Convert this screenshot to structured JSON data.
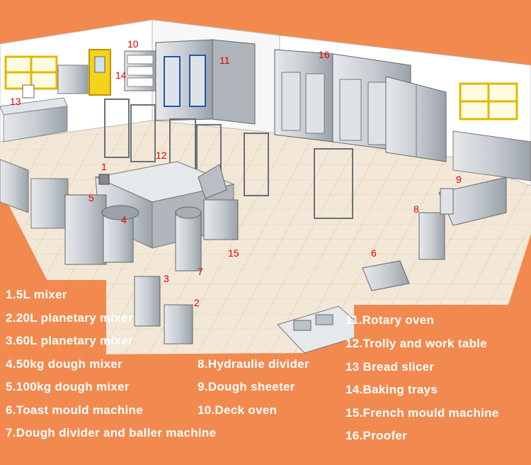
{
  "colors": {
    "background": "#f28a50",
    "floor_tile": "#f3e8d8",
    "floor_line": "#d9c6a8",
    "wall": "#ffffff",
    "steel": "#c8cdd3",
    "steel_dark": "#8d949c",
    "shelf_yellow": "#f5d21b",
    "label_red": "#e00000",
    "legend_text": "#ffffff"
  },
  "legend": [
    {
      "id": 1,
      "text": "1.5L mixer"
    },
    {
      "id": 2,
      "text": "2.20L planetary mixer"
    },
    {
      "id": 3,
      "text": "3.60L planetary mixer"
    },
    {
      "id": 4,
      "text": "4.50kg dough mixer"
    },
    {
      "id": 5,
      "text": "5.100kg dough mixer"
    },
    {
      "id": 6,
      "text": "6.Toast mould machine"
    },
    {
      "id": 7,
      "text": "7.Dough divider and baller machine"
    },
    {
      "id": 8,
      "text": "8.Hydraulie divider"
    },
    {
      "id": 9,
      "text": "9.Dough sheeter"
    },
    {
      "id": 10,
      "text": "10.Deck oven"
    },
    {
      "id": 11,
      "text": "11.Rotary oven"
    },
    {
      "id": 12,
      "text": "12.Trolly and work table"
    },
    {
      "id": 13,
      "text": "13 Bread slicer"
    },
    {
      "id": 14,
      "text": "14.Baking trays"
    },
    {
      "id": 15,
      "text": "15.French mould machine"
    },
    {
      "id": 16,
      "text": "16.Proofer"
    }
  ],
  "markers": [
    {
      "id": 1,
      "label": "1"
    },
    {
      "id": 2,
      "label": "2"
    },
    {
      "id": 3,
      "label": "3"
    },
    {
      "id": 4,
      "label": "4"
    },
    {
      "id": 5,
      "label": "5"
    },
    {
      "id": 6,
      "label": "6"
    },
    {
      "id": 7,
      "label": "7"
    },
    {
      "id": 8,
      "label": "8"
    },
    {
      "id": 9,
      "label": "9"
    },
    {
      "id": 10,
      "label": "10"
    },
    {
      "id": 11,
      "label": "11"
    },
    {
      "id": 12,
      "label": "12"
    },
    {
      "id": 13,
      "label": "13"
    },
    {
      "id": 14,
      "label": "14"
    },
    {
      "id": 15,
      "label": "15"
    },
    {
      "id": 16,
      "label": "16"
    }
  ]
}
